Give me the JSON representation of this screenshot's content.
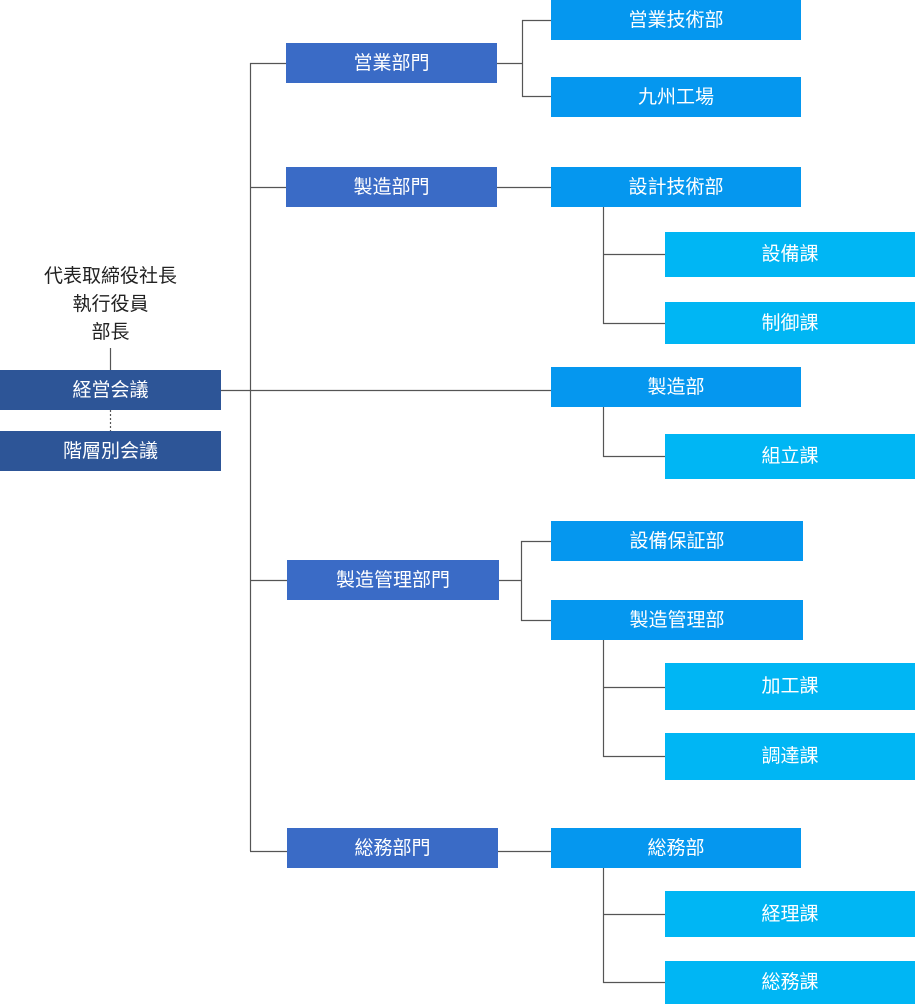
{
  "top_management": {
    "roles": [
      "代表取締役社長",
      "執行役員",
      "部長"
    ],
    "meetings": [
      "経営会議",
      "階層別会議"
    ]
  },
  "divisions": [
    {
      "name": "営業部門",
      "departments": [
        {
          "name": "営業技術部",
          "sections": []
        },
        {
          "name": "九州工場",
          "sections": []
        }
      ]
    },
    {
      "name": "製造部門",
      "departments": [
        {
          "name": "設計技術部",
          "sections": [
            "設備課",
            "制御課"
          ]
        },
        {
          "name": "製造部",
          "sections": [
            "組立課"
          ]
        }
      ]
    },
    {
      "name": "製造管理部門",
      "departments": [
        {
          "name": "設備保証部",
          "sections": []
        },
        {
          "name": "製造管理部",
          "sections": [
            "加工課",
            "調達課"
          ]
        }
      ]
    },
    {
      "name": "総務部門",
      "departments": [
        {
          "name": "総務部",
          "sections": [
            "経理課",
            "総務課"
          ]
        }
      ]
    }
  ],
  "colors": {
    "meeting_box": "#2d5597",
    "division_box": "#3a6bc6",
    "department_box": "#0597ef",
    "section_box": "#00b6f4",
    "connector": "#555555",
    "text": "#222222"
  }
}
